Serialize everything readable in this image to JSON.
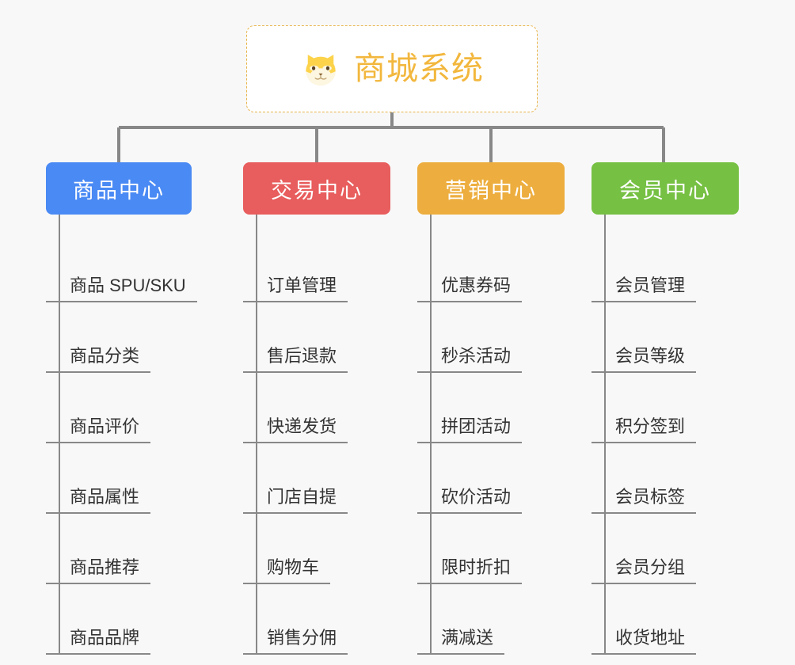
{
  "diagram": {
    "type": "mind-map",
    "background_color": "#f8f8f8",
    "line_color": "#888888"
  },
  "root": {
    "title": "商城系统",
    "icon": "shiba-dog-face-icon",
    "text_color": "#f2b73d",
    "border_color": "#e8b44a",
    "background_color": "#ffffff"
  },
  "branches": [
    {
      "label": "商品中心",
      "color": "#4a8af4",
      "items": [
        "商品 SPU/SKU",
        "商品分类",
        "商品评价",
        "商品属性",
        "商品推荐",
        "商品品牌"
      ]
    },
    {
      "label": "交易中心",
      "color": "#e85d5d",
      "items": [
        "订单管理",
        "售后退款",
        "快递发货",
        "门店自提",
        "购物车",
        "销售分佣"
      ]
    },
    {
      "label": "营销中心",
      "color": "#edae3f",
      "items": [
        "优惠券码",
        "秒杀活动",
        "拼团活动",
        "砍价活动",
        "限时折扣",
        "满减送"
      ]
    },
    {
      "label": "会员中心",
      "color": "#76c043",
      "items": [
        "会员管理",
        "会员等级",
        "积分签到",
        "会员标签",
        "会员分组",
        "收货地址"
      ]
    }
  ]
}
